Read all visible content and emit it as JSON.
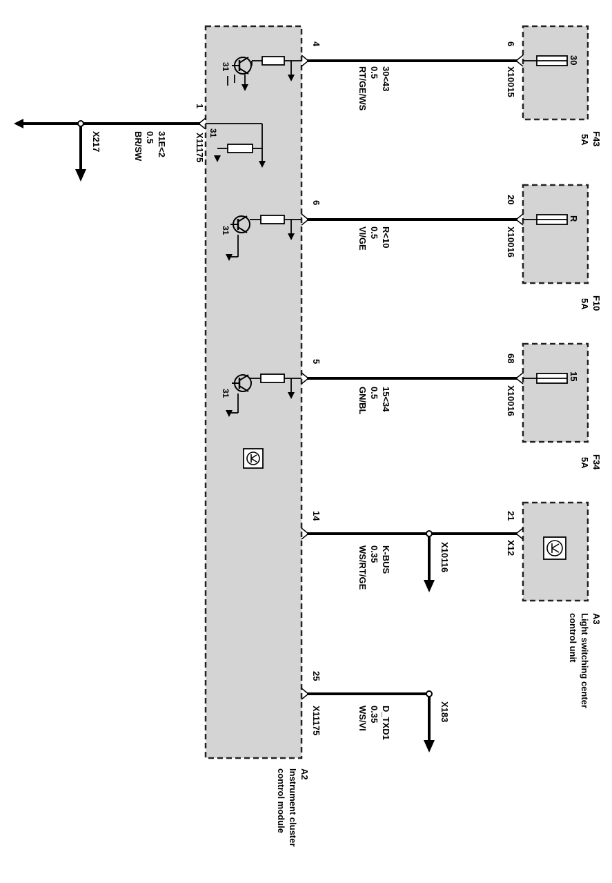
{
  "colors": {
    "module_fill": "#d4d4d4",
    "border": "#222222",
    "wire": "#000000",
    "background": "#ffffff"
  },
  "module_a2": {
    "designation": "A2",
    "name_line1": "Instrument cluster",
    "name_line2": "control module",
    "inner_31_labels": [
      "31",
      "31",
      "31",
      "31"
    ],
    "icon": "control-unit-icon"
  },
  "module_a3": {
    "designation": "A3",
    "name_line1": "Light switching center",
    "name_line2": "control unit",
    "icon": "control-unit-icon"
  },
  "ground": {
    "pin": "1",
    "connector": "X11175",
    "signal": "31E<2",
    "gauge": "0.5",
    "color": "BR/SW",
    "ground_connector": "X217"
  },
  "fuse_circuits": [
    {
      "a2_pin": "4",
      "signal": "30<43",
      "gauge": "0.5",
      "color": "RT/GE/WS",
      "fuse_pin": "6",
      "connector": "X10015",
      "terminal": "30",
      "fuse": "F43",
      "rating": "5A"
    },
    {
      "a2_pin": "6",
      "signal": "R<10",
      "gauge": "0.5",
      "color": "VI/GE",
      "fuse_pin": "20",
      "connector": "X10016",
      "terminal": "R",
      "fuse": "F10",
      "rating": "5A"
    },
    {
      "a2_pin": "5",
      "signal": "15<34",
      "gauge": "0.5",
      "color": "GN/BL",
      "fuse_pin": "68",
      "connector": "X10016",
      "terminal": "15",
      "fuse": "F34",
      "rating": "5A"
    }
  ],
  "kbus": {
    "a2_pin": "14",
    "signal": "K-BUS",
    "gauge": "0.35",
    "color": "WS/RT/GE",
    "splice": "X10116",
    "a3_pin": "21",
    "a3_connector": "X12"
  },
  "diag": {
    "a2_pin": "25",
    "a2_connector": "X11175",
    "signal": "D_TXD1",
    "gauge": "0.35",
    "color": "WS/VI",
    "splice": "X183"
  }
}
